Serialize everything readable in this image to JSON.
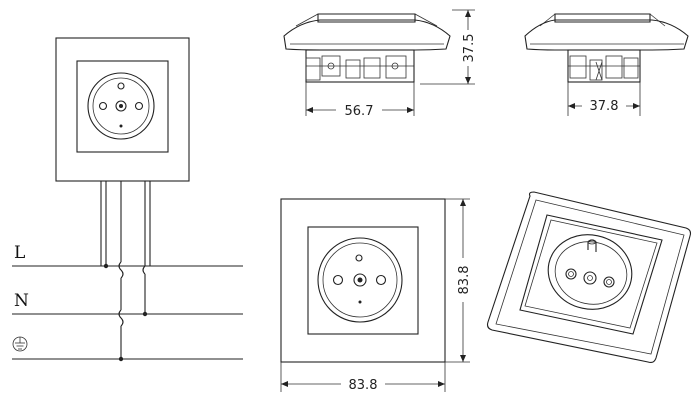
{
  "wiring": {
    "labels": [
      {
        "key": "live",
        "text": "L"
      },
      {
        "key": "neutral",
        "text": "N"
      }
    ],
    "earth_symbol": "earth-ground-icon"
  },
  "dimensions": {
    "side_width": "56.7",
    "side_height": "37.5",
    "end_width": "37.8",
    "front_height": "83.8",
    "front_width": "83.8"
  },
  "colors": {
    "line": "#222222",
    "background": "#ffffff"
  }
}
